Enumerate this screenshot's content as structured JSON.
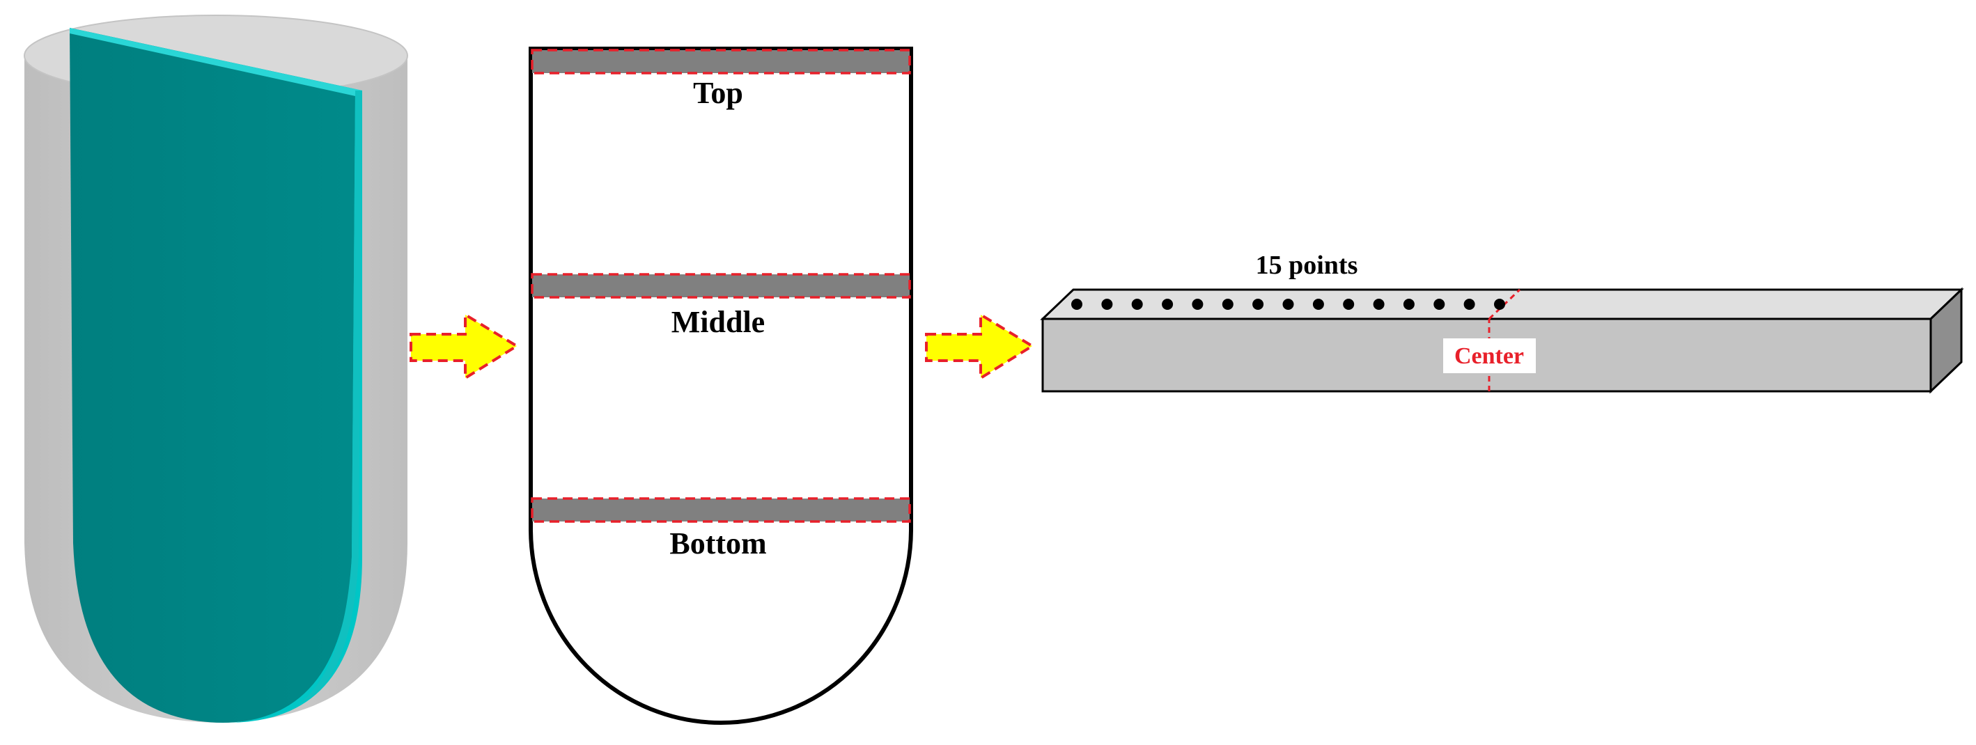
{
  "colors": {
    "vessel_gray": "#c6c6c6",
    "teal_face": "#008080",
    "teal_edge": "#00c8c8",
    "band_gray": "#808080",
    "dash_red": "#e8202a",
    "arrow_yellow": "#ffff00",
    "bar_front": "#c4c4c4",
    "bar_top": "#e0e0e0",
    "bar_side": "#8e8e8e",
    "point": "#000000"
  },
  "icons": {
    "arrow_1": "right-arrow-icon",
    "arrow_2": "right-arrow-icon"
  },
  "sections": {
    "top_label": "Top",
    "middle_label": "Middle",
    "bottom_label": "Bottom"
  },
  "bar": {
    "points_label": "15 points",
    "center_label": "Center",
    "point_count": 15
  }
}
